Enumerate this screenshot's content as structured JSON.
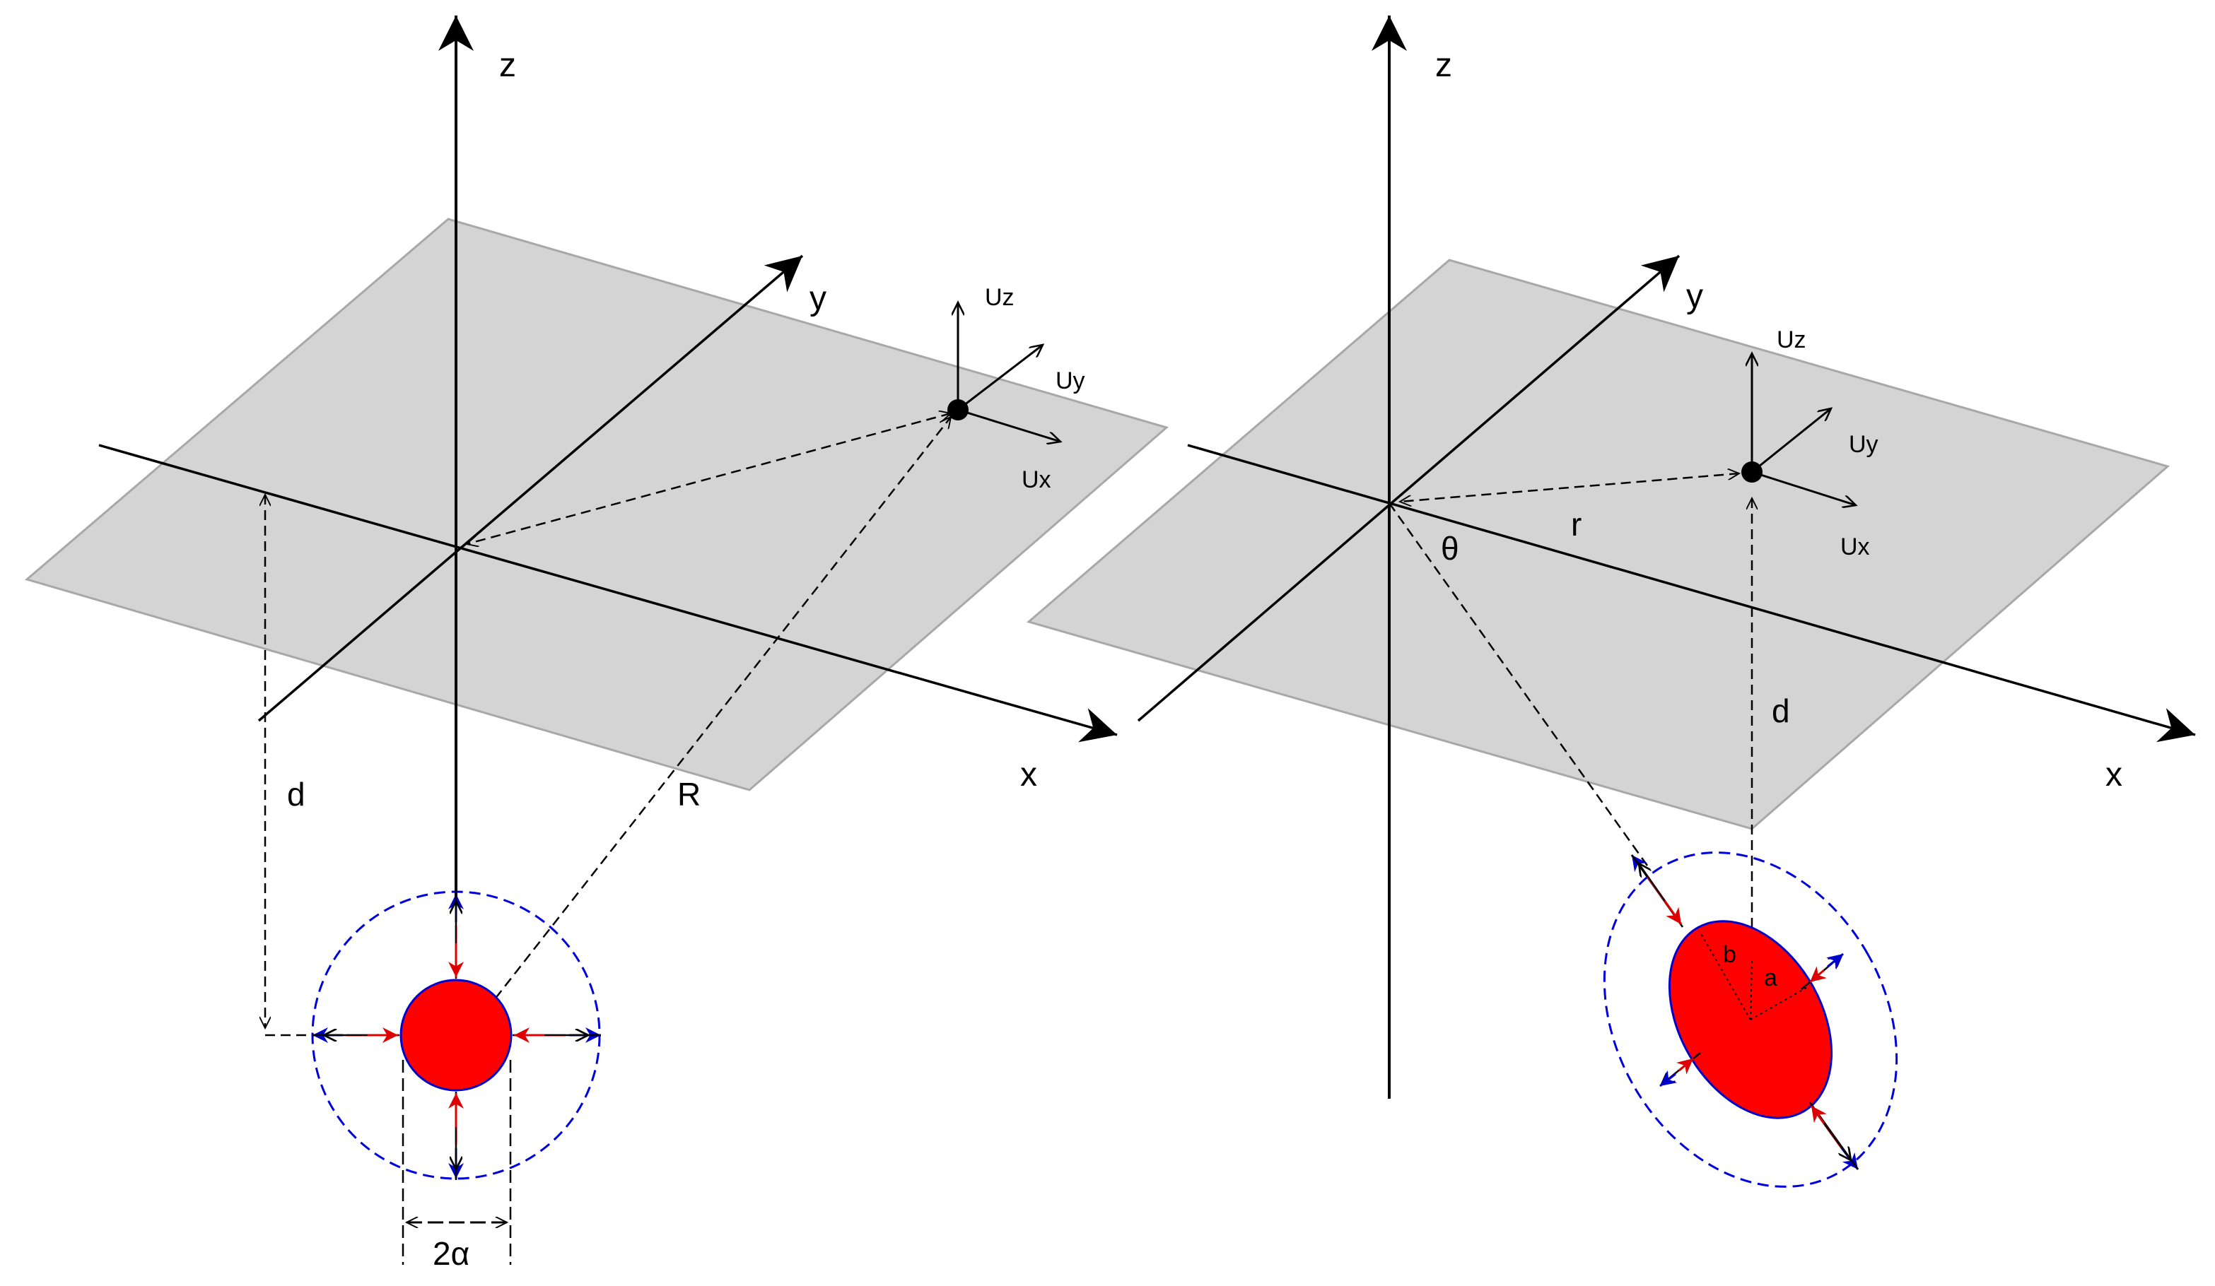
{
  "left_panel": {
    "axis_labels": {
      "z": "z",
      "y": "y",
      "x": "x"
    },
    "displacement_labels": {
      "uz": "Uz",
      "uy": "Uy",
      "ux": "Ux"
    },
    "dimension_labels": {
      "d": "d",
      "R": "R",
      "two_alpha": "2α"
    }
  },
  "right_panel": {
    "axis_labels": {
      "z": "z",
      "y": "y",
      "x": "x"
    },
    "displacement_labels": {
      "uz": "Uz",
      "uy": "Uy",
      "ux": "Ux"
    },
    "dimension_labels": {
      "theta": "θ",
      "r": "r",
      "d": "d",
      "a": "a",
      "b": "b"
    }
  },
  "colors": {
    "plane_fill": "#d4d4d4",
    "plane_edge": "#a8a8a8",
    "cavity_fill": "#ff0000",
    "cavity_edge": "#0000cc",
    "boundary_dashed": "#0000dd",
    "arrow_red": "#dd0000",
    "arrow_blue": "#0000cc",
    "line": "#000000"
  }
}
